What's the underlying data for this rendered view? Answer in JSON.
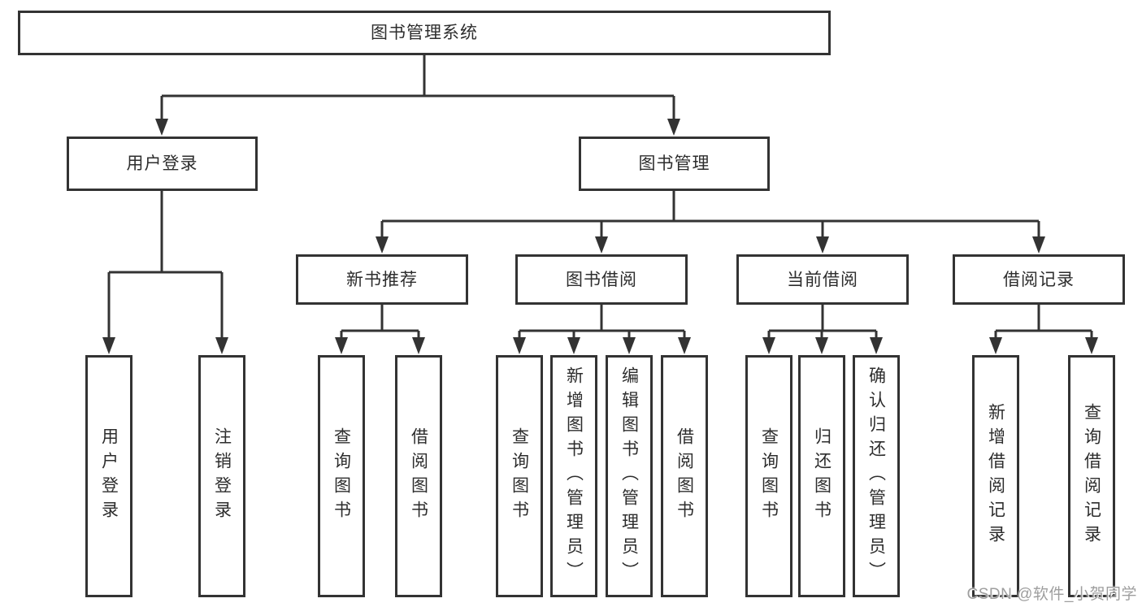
{
  "colors": {
    "line": "#333333",
    "text": "#2d2d2d",
    "box_background": "#ffffff",
    "watermark": "#9e9e9e"
  },
  "tree": {
    "root": {
      "label": "图书管理系统"
    },
    "branches": [
      {
        "label": "用户登录",
        "leaves": [
          {
            "label": "用户登录"
          },
          {
            "label": "注销登录"
          }
        ]
      },
      {
        "label": "图书管理",
        "modules": [
          {
            "label": "新书推荐",
            "leaves": [
              {
                "label": "查询图书"
              },
              {
                "label": "借阅图书"
              }
            ]
          },
          {
            "label": "图书借阅",
            "leaves": [
              {
                "label": "查询图书"
              },
              {
                "label": "新增图书（管理员）"
              },
              {
                "label": "编辑图书（管理员）"
              },
              {
                "label": "借阅图书"
              }
            ]
          },
          {
            "label": "当前借阅",
            "leaves": [
              {
                "label": "查询图书"
              },
              {
                "label": "归还图书"
              },
              {
                "label": "确认归还（管理员）"
              }
            ]
          },
          {
            "label": "借阅记录",
            "leaves": [
              {
                "label": "新增借阅记录"
              },
              {
                "label": "查询借阅记录"
              }
            ]
          }
        ]
      }
    ]
  },
  "watermark": {
    "text": "CSDN @软件_小贺同学"
  }
}
